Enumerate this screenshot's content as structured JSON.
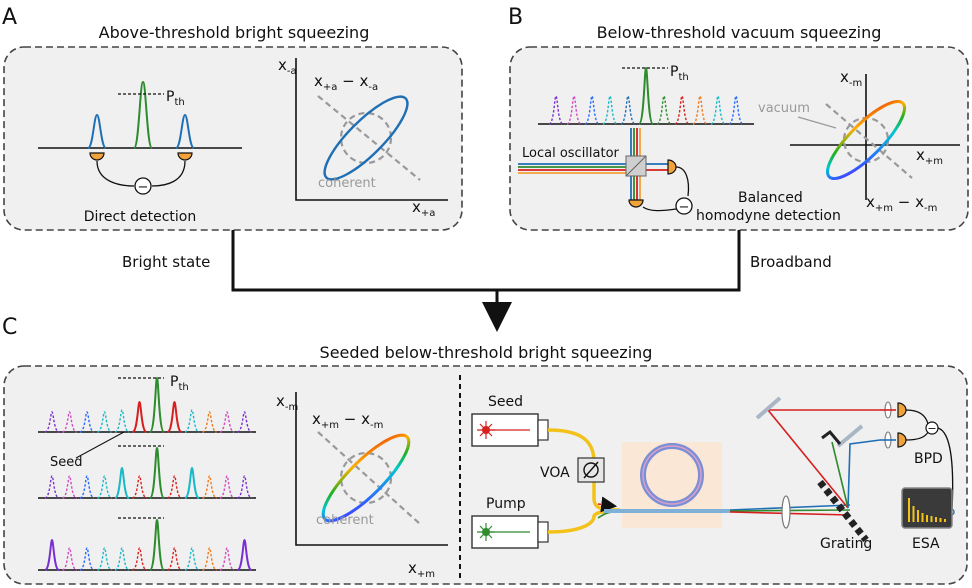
{
  "panels": {
    "a": {
      "letter": "A",
      "title": "Above-threshold bright squeezing",
      "threshold": "P",
      "threshold_sub": "th",
      "detection": "Direct detection",
      "minus": "−"
    },
    "b": {
      "letter": "B",
      "title": "Below-threshold vacuum squeezing",
      "threshold": "P",
      "threshold_sub": "th",
      "local_osc": "Local oscillator",
      "balanced": "Balanced",
      "homodyne": "homodyne detection",
      "minus": "−"
    },
    "c": {
      "letter": "C",
      "title": "Seeded below-threshold bright squeezing",
      "threshold": "P",
      "threshold_sub": "th",
      "seed_label": "Seed"
    }
  },
  "phase_space": {
    "a": {
      "y": "x",
      "y_sub": "-a",
      "x": "x",
      "x_sub": "+a",
      "diag_1": "x",
      "diag_1_sub": "+a",
      "diag_op": " − ",
      "diag_2": "x",
      "diag_2_sub": "-a",
      "note": "coherent"
    },
    "b": {
      "y": "x",
      "y_sub": "-m",
      "x": "x",
      "x_sub": "+m",
      "diag_1": "x",
      "diag_1_sub": "+m",
      "diag_op": " − ",
      "diag_2": "x",
      "diag_2_sub": "-m",
      "note": "vacuum"
    },
    "c": {
      "y": "x",
      "y_sub": "-m",
      "x": "x",
      "x_sub": "+m",
      "diag_1": "x",
      "diag_1_sub": "+m",
      "diag_op": " − ",
      "diag_2": "x",
      "diag_2_sub": "-m",
      "note": "coherent"
    }
  },
  "flow": {
    "bright": "Bright state",
    "broadband": "Broadband"
  },
  "setup": {
    "seed": "Seed",
    "voa": "VOA",
    "pump": "Pump",
    "grating": "Grating",
    "bpd": "BPD",
    "esa": "ESA",
    "minus": "−"
  },
  "colors": {
    "blue": "#1f6fb5",
    "green": "#2e8b2e",
    "red": "#d62020",
    "ring": "#7b8fd6",
    "chip": "#fbe7d6",
    "fiber": "#f2c21b"
  }
}
